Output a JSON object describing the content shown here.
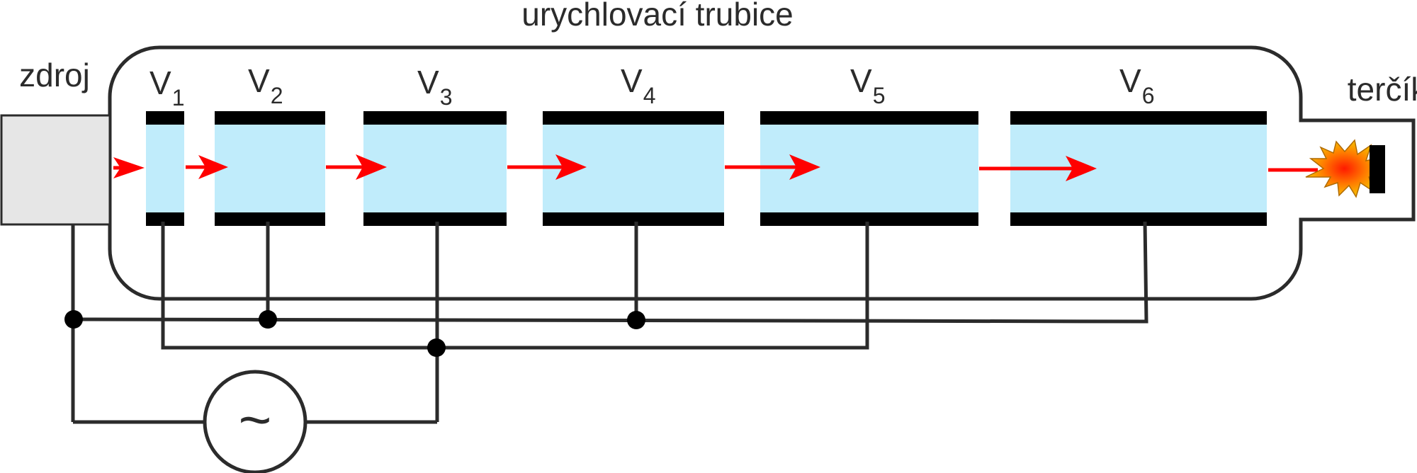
{
  "title": "urychlovací trubice",
  "source_label": "zdroj",
  "target_label": "terčík",
  "ac_symbol": "~",
  "electrodes": [
    {
      "letter": "V",
      "index": "1"
    },
    {
      "letter": "V",
      "index": "2"
    },
    {
      "letter": "V",
      "index": "3"
    },
    {
      "letter": "V",
      "index": "4"
    },
    {
      "letter": "V",
      "index": "5"
    },
    {
      "letter": "V",
      "index": "6"
    }
  ],
  "colors": {
    "tube_fill": "#c0ecfb",
    "electrode": "#000000",
    "beam": "#ff0000",
    "source_box": "#e6e6e6",
    "line": "#2b2b2b",
    "burst_outer": "#f5a000",
    "burst_inner": "#ff1a00"
  },
  "icons": {
    "beam_arrow": "red-arrow-icon",
    "target_burst": "explosion-icon",
    "ac_source": "sine-wave-icon"
  }
}
